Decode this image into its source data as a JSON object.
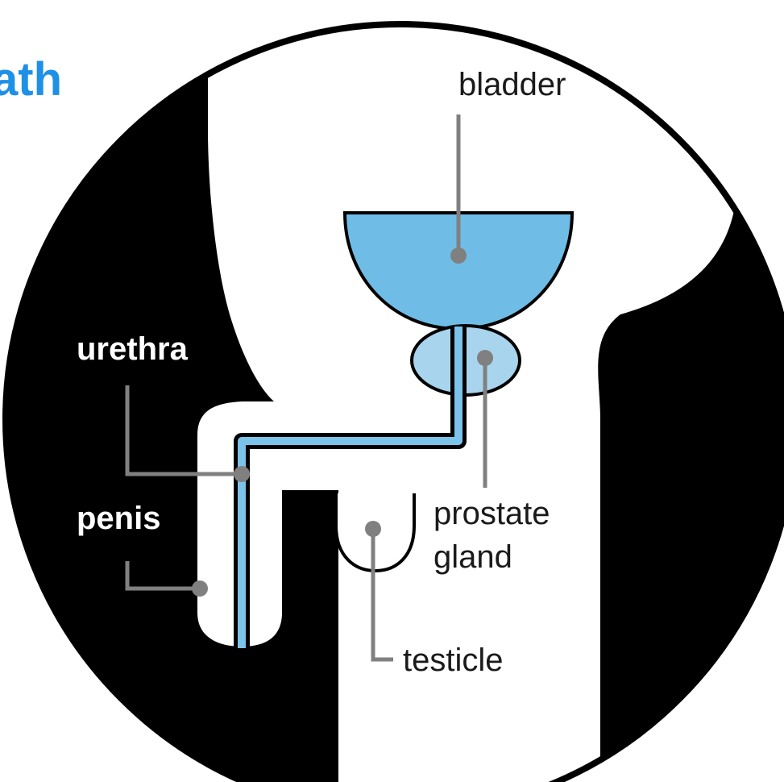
{
  "title_fragment": "ath",
  "labels": {
    "bladder": "bladder",
    "urethra": "urethra",
    "penis": "penis",
    "prostate_line1": "prostate",
    "prostate_line2": "gland",
    "testicle": "testicle"
  },
  "colors": {
    "title": "#1e90e6",
    "bladder_fill": "#6fbde6",
    "prostate_fill": "#a9d4ee",
    "urethra_fill": "#7cc3ea",
    "leader": "#808080",
    "body_black": "#000000",
    "body_white": "#ffffff"
  }
}
